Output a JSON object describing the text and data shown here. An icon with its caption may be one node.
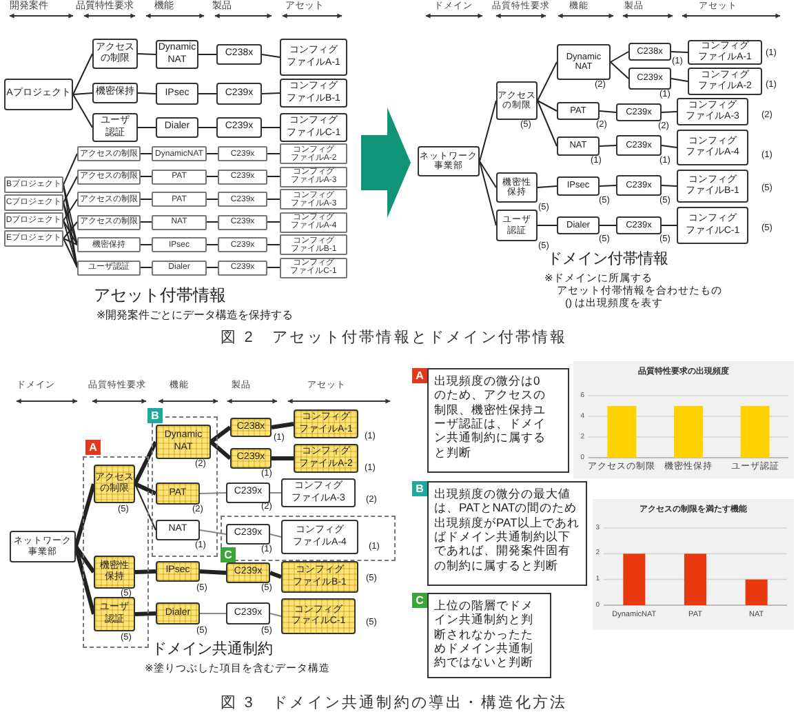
{
  "diagram": {
    "nodes": [
      {
        "text": [
          "アセット付帯情報",
          "※開発案件ごとにデータ構造を保持する"
        ]
      },
      {
        "text": [
          "Aプロジェクト"
        ],
        "in": 0
      },
      {
        "text": [
          "アクセスの制限"
        ],
        "in": 0
      },
      {
        "text": [
          "機密保持"
        ],
        "in": 0
      },
      {
        "text": [
          "ユーザ認証"
        ],
        "in": 0
      },
      {
        "text": [
          "Dynamic NAT"
        ],
        "in": 0
      },
      {
        "text": [
          "IPsec"
        ],
        "in": 0
      },
      {
        "text": [
          "Dialer"
        ],
        "in": 0
      },
      {
        "text": [
          "C238x"
        ],
        "in": 0
      },
      {
        "text": [
          "C239x"
        ],
        "in": 0
      },
      {
        "text": [
          "C239x"
        ],
        "in": 0
      },
      {
        "text": [
          "コンフィグファイルA-1"
        ],
        "in": 0
      },
      {
        "text": [
          "コンフィグファイルB-1"
        ],
        "in": 0
      },
      {
        "text": [
          "コンフィグファイルC-1"
        ],
        "in": 0
      },
      {
        "text": [
          "Bプロジェクト"
        ],
        "in": 0
      },
      {
        "text": [
          "Cプロジェクト"
        ],
        "in": 0
      },
      {
        "text": [
          "Dプロジェクト"
        ],
        "in": 0
      },
      {
        "text": [
          "Eプロジェクト"
        ],
        "in": 0
      },
      {
        "text": [
          "アクセスの制限"
        ],
        "in": 0
      },
      {
        "text": [
          "DynamicNAT"
        ],
        "in": 0
      },
      {
        "text": [
          "C239x"
        ],
        "in": 0
      },
      {
        "text": [
          "コンフィグファイルA-2"
        ],
        "in": 0
      },
      {
        "text": [
          "アクセスの制限"
        ],
        "in": 0
      },
      {
        "text": [
          "PAT"
        ],
        "in": 0
      },
      {
        "text": [
          "C239x"
        ],
        "in": 0
      },
      {
        "text": [
          "コンフィグファイルA-3"
        ],
        "in": 0
      },
      {
        "text": [
          "アクセスの制限"
        ],
        "in": 0
      },
      {
        "text": [
          "PAT"
        ],
        "in": 0
      },
      {
        "text": [
          "C239x"
        ],
        "in": 0
      },
      {
        "text": [
          "コンフィグファイルA-3"
        ],
        "in": 0
      },
      {
        "text": [
          "アクセスの制限"
        ],
        "in": 0
      },
      {
        "text": [
          "NAT"
        ],
        "in": 0
      },
      {
        "text": [
          "C239x"
        ],
        "in": 0
      },
      {
        "text": [
          "コンフィグファイルA-4"
        ],
        "in": 0
      },
      {
        "text": [
          "機密保持"
        ],
        "in": 0
      },
      {
        "text": [
          "IPsec"
        ],
        "in": 0
      },
      {
        "text": [
          "C239x"
        ],
        "in": 0
      },
      {
        "text": [
          "コンフィグファイルB-1"
        ],
        "in": 0
      },
      {
        "text": [
          "ユーザ認証"
        ],
        "in": 0
      },
      {
        "text": [
          "Dialer"
        ],
        "in": 0
      },
      {
        "text": [
          "C239x"
        ],
        "in": 0
      },
      {
        "text": [
          "コンフィグファイルC-1"
        ],
        "in": 0
      },
      {
        "text": [
          "ドメイン付帯情報",
          "※ドメインに所属する",
          "アセット付帯情報を合わせたもの",
          "() は出現頻度を表す"
        ]
      },
      {
        "text": [
          "ネットワーク事業部"
        ],
        "in": 42
      },
      {
        "text": [
          "アクセスの制限"
        ],
        "beside": [
          "(5)"
        ],
        "in": 42
      },
      {
        "text": [
          "機密性保持"
        ],
        "beside": [
          "(5)"
        ],
        "in": 42
      },
      {
        "text": [
          "ユーザ認証"
        ],
        "beside": [
          "(5)"
        ],
        "in": 42
      },
      {
        "text": [
          "Dynamic NAT"
        ],
        "beside": [
          "(2)"
        ],
        "in": 42
      },
      {
        "text": [
          "PAT"
        ],
        "beside": [
          "(2)"
        ],
        "in": 42
      },
      {
        "text": [
          "NAT"
        ],
        "beside": [
          "(1)"
        ],
        "in": 42
      },
      {
        "text": [
          "IPsec"
        ],
        "beside": [
          "(5)"
        ],
        "in": 42
      },
      {
        "text": [
          "Dialer"
        ],
        "beside": [
          "(5)"
        ],
        "in": 42
      },
      {
        "text": [
          "C238x"
        ],
        "beside": [
          "(1)"
        ],
        "in": 42
      },
      {
        "text": [
          "C239x"
        ],
        "beside": [
          "(1)"
        ],
        "in": 42
      },
      {
        "text": [
          "C239x"
        ],
        "beside": [
          "(2)"
        ],
        "in": 42
      },
      {
        "text": [
          "C239x"
        ],
        "beside": [
          "(1)"
        ],
        "in": 42
      },
      {
        "text": [
          "C239x"
        ],
        "beside": [
          "(5)"
        ],
        "in": 42
      },
      {
        "text": [
          "C239x"
        ],
        "beside": [
          "(5)"
        ],
        "in": 42
      },
      {
        "text": [
          "コンフィグファイルA-1"
        ],
        "beside": [
          "(1)"
        ],
        "in": 42
      },
      {
        "text": [
          "コンフィグファイルA-2"
        ],
        "beside": [
          "(1)"
        ],
        "in": 42
      },
      {
        "text": [
          "コンフィグファイルA-3"
        ],
        "beside": [
          "(2)"
        ],
        "in": 42
      },
      {
        "text": [
          "コンフィグファイルA-4"
        ],
        "beside": [
          "(1)"
        ],
        "in": 42
      },
      {
        "text": [
          "コンフィグファイルB-1"
        ],
        "beside": [
          "(5)"
        ],
        "in": 42
      },
      {
        "text": [
          "コンフィグファイルC-1"
        ],
        "beside": [
          "(5)"
        ],
        "in": 42
      },
      {
        "text": [
          "ネットワーク事業部"
        ]
      },
      {
        "text": [
          "A"
        ]
      },
      {
        "text": [
          "アクセスの制限"
        ],
        "beside": [
          "(5)"
        ],
        "in": 65
      },
      {
        "text": [
          "機密性保持"
        ],
        "beside": [
          "(5)"
        ],
        "in": 65
      },
      {
        "text": [
          "ユーザ認証"
        ],
        "beside": [
          "(5)"
        ],
        "in": 65
      },
      {
        "text": [
          "B"
        ]
      },
      {
        "text": [
          "Dynamic NAT"
        ],
        "beside": [
          "(2)"
        ],
        "in": 69
      },
      {
        "text": [
          "PAT"
        ],
        "beside": [
          "(2)"
        ],
        "in": 69
      },
      {
        "text": [
          "NAT"
        ],
        "beside": [
          "(1)"
        ],
        "in": 69
      },
      {
        "text": [
          "IPsec"
        ],
        "beside": [
          "(5)"
        ]
      },
      {
        "text": [
          "Dialer"
        ],
        "beside": [
          "(5)"
        ]
      },
      {
        "text": [
          "C238x"
        ],
        "beside": [
          "(1)"
        ]
      },
      {
        "text": [
          "C239x"
        ],
        "beside": [
          "(1)"
        ]
      },
      {
        "text": [
          "C239x"
        ],
        "beside": [
          "(2)"
        ]
      },
      {
        "text": [
          "C"
        ]
      },
      {
        "text": [
          "C239x"
        ],
        "beside": [
          "(1)"
        ],
        "in": 78
      },
      {
        "text": [
          "C239x"
        ],
        "beside": [
          "(5)"
        ]
      },
      {
        "text": [
          "C239x"
        ],
        "beside": [
          "(5)"
        ]
      },
      {
        "text": [
          "コンフィグファイルA-1"
        ],
        "beside": [
          "(1)"
        ]
      },
      {
        "text": [
          "コンフィグファイルA-2"
        ],
        "beside": [
          "(1)"
        ]
      },
      {
        "text": [
          "コンフィグファイルA-3"
        ],
        "beside": [
          "(2)"
        ]
      },
      {
        "text": [
          "コンフィグファイルA-4"
        ],
        "beside": [
          "(1)"
        ],
        "in": 78
      },
      {
        "text": [
          "コンフィグファイルB-1"
        ],
        "beside": [
          "(5)"
        ]
      },
      {
        "text": [
          "コンフィグファイルC-1"
        ],
        "beside": [
          "(5)"
        ]
      },
      {
        "text": [
          "A",
          "出現頻度の微分は0のため、アクセスの制限、機密性保持ユーザ認証は、ドメイン共通制約に属すると判断"
        ]
      },
      {
        "text": [
          "B",
          "出現頻度の微分の最大値は、PATとNATの間のため出現頻度がPAT以上であればドメイン共通制約以下であれば、開発案件固有の制約に属すると判断"
        ]
      },
      {
        "text": [
          "C",
          "上位の階層でドメイン共通制約と判断されなかったためドメイン共通制約ではないと判断"
        ]
      }
    ],
    "edges": [
      {
        "from": 1,
        "to": 2,
        "arrow": "none"
      },
      {
        "from": 1,
        "to": 3,
        "arrow": "none"
      },
      {
        "from": 1,
        "to": 4,
        "arrow": "none"
      },
      {
        "from": 2,
        "to": 5,
        "arrow": "none"
      },
      {
        "from": 3,
        "to": 6,
        "arrow": "none"
      },
      {
        "from": 4,
        "to": 7,
        "arrow": "none"
      },
      {
        "from": 5,
        "to": 8,
        "arrow": "none"
      },
      {
        "from": 6,
        "to": 9,
        "arrow": "none"
      },
      {
        "from": 7,
        "to": 10,
        "arrow": "none"
      },
      {
        "from": 8,
        "to": 11,
        "arrow": "none"
      },
      {
        "from": 9,
        "to": 12,
        "arrow": "none"
      },
      {
        "from": 10,
        "to": 13,
        "arrow": "none"
      },
      {
        "from": 14,
        "to": 18,
        "arrow": "none"
      },
      {
        "from": 14,
        "to": 34,
        "arrow": "none"
      },
      {
        "from": 14,
        "to": 38,
        "arrow": "none"
      },
      {
        "from": 15,
        "to": 22,
        "arrow": "none"
      },
      {
        "from": 15,
        "to": 34,
        "arrow": "none"
      },
      {
        "from": 15,
        "to": 38,
        "arrow": "none"
      },
      {
        "from": 16,
        "to": 26,
        "arrow": "none"
      },
      {
        "from": 16,
        "to": 34,
        "arrow": "none"
      },
      {
        "from": 16,
        "to": 38,
        "arrow": "none"
      },
      {
        "from": 17,
        "to": 30,
        "arrow": "none"
      },
      {
        "from": 17,
        "to": 34,
        "arrow": "none"
      },
      {
        "from": 17,
        "to": 38,
        "arrow": "none"
      },
      {
        "from": 18,
        "to": 19,
        "arrow": "none"
      },
      {
        "from": 19,
        "to": 20,
        "arrow": "none"
      },
      {
        "from": 20,
        "to": 21,
        "arrow": "none"
      },
      {
        "from": 22,
        "to": 23,
        "arrow": "none"
      },
      {
        "from": 23,
        "to": 24,
        "arrow": "none"
      },
      {
        "from": 24,
        "to": 25,
        "arrow": "none"
      },
      {
        "from": 26,
        "to": 27,
        "arrow": "none"
      },
      {
        "from": 27,
        "to": 28,
        "arrow": "none"
      },
      {
        "from": 28,
        "to": 29,
        "arrow": "none"
      },
      {
        "from": 30,
        "to": 31,
        "arrow": "none"
      },
      {
        "from": 31,
        "to": 32,
        "arrow": "none"
      },
      {
        "from": 32,
        "to": 33,
        "arrow": "none"
      },
      {
        "from": 34,
        "to": 35,
        "arrow": "none"
      },
      {
        "from": 35,
        "to": 36,
        "arrow": "none"
      },
      {
        "from": 36,
        "to": 37,
        "arrow": "none"
      },
      {
        "from": 38,
        "to": 39,
        "arrow": "none"
      },
      {
        "from": 39,
        "to": 40,
        "arrow": "none"
      },
      {
        "from": 40,
        "to": 41,
        "arrow": "none"
      },
      {
        "from": 0,
        "to": 42,
        "arrow": "to",
        "style": "thick",
        "color": "#11937a"
      },
      {
        "from": 43,
        "to": 44,
        "arrow": "none"
      },
      {
        "from": 43,
        "to": 45,
        "arrow": "none"
      },
      {
        "from": 43,
        "to": 46,
        "arrow": "none"
      },
      {
        "from": 44,
        "to": 47,
        "arrow": "none"
      },
      {
        "from": 44,
        "to": 48,
        "arrow": "none"
      },
      {
        "from": 44,
        "to": 49,
        "arrow": "none"
      },
      {
        "from": 45,
        "to": 50,
        "arrow": "none"
      },
      {
        "from": 46,
        "to": 51,
        "arrow": "none"
      },
      {
        "from": 47,
        "to": 52,
        "arrow": "none"
      },
      {
        "from": 47,
        "to": 53,
        "arrow": "none"
      },
      {
        "from": 48,
        "to": 54,
        "arrow": "none"
      },
      {
        "from": 49,
        "to": 55,
        "arrow": "none"
      },
      {
        "from": 50,
        "to": 56,
        "arrow": "none"
      },
      {
        "from": 51,
        "to": 57,
        "arrow": "none"
      },
      {
        "from": 52,
        "to": 58,
        "arrow": "none"
      },
      {
        "from": 53,
        "to": 59,
        "arrow": "none"
      },
      {
        "from": 54,
        "to": 60,
        "arrow": "none"
      },
      {
        "from": 55,
        "to": 61,
        "arrow": "none"
      },
      {
        "from": 56,
        "to": 62,
        "arrow": "none"
      },
      {
        "from": 57,
        "to": 63,
        "arrow": "none"
      },
      {
        "from": 64,
        "to": 66,
        "arrow": "none",
        "style": "thick"
      },
      {
        "from": 64,
        "to": 67,
        "arrow": "none",
        "style": "thick"
      },
      {
        "from": 64,
        "to": 68,
        "arrow": "none",
        "style": "thick"
      },
      {
        "from": 66,
        "to": 70,
        "arrow": "none",
        "style": "thick"
      },
      {
        "from": 66,
        "to": 71,
        "arrow": "none",
        "style": "thick"
      },
      {
        "from": 66,
        "to": 72,
        "arrow": "none"
      },
      {
        "from": 67,
        "to": 73,
        "arrow": "none",
        "style": "thick"
      },
      {
        "from": 68,
        "to": 74,
        "arrow": "none",
        "style": "thick"
      },
      {
        "from": 70,
        "to": 75,
        "arrow": "none",
        "style": "thick"
      },
      {
        "from": 70,
        "to": 76,
        "arrow": "none",
        "style": "thick"
      },
      {
        "from": 71,
        "to": 77,
        "arrow": "none",
        "color": "#888888"
      },
      {
        "from": 72,
        "to": 79,
        "arrow": "none",
        "color": "#888888"
      },
      {
        "from": 73,
        "to": 80,
        "arrow": "none",
        "style": "thick"
      },
      {
        "from": 74,
        "to": 81,
        "arrow": "none",
        "color": "#888888"
      },
      {
        "from": 75,
        "to": 82,
        "arrow": "none",
        "style": "thick"
      },
      {
        "from": 76,
        "to": 83,
        "arrow": "none",
        "style": "thick"
      },
      {
        "from": 77,
        "to": 84,
        "arrow": "none",
        "color": "#888888"
      },
      {
        "from": 79,
        "to": 85,
        "arrow": "none",
        "color": "#888888"
      },
      {
        "from": 80,
        "to": 86,
        "arrow": "none",
        "style": "thick"
      },
      {
        "from": 81,
        "to": 87,
        "arrow": "none",
        "color": "#888888"
      }
    ],
    "labels": [
      "開発案件",
      "品質特性要求",
      "機能",
      "製品",
      "アセット",
      "ドメイン",
      "品質特性要求",
      "機能",
      "製品",
      "アセット",
      "図 2　アセット付帯情報とドメイン付帯情報",
      "ドメイン",
      "品質特性要求",
      "機能",
      "製品",
      "アセット",
      "ドメイン共通制約",
      "※塗りつぶした項目を含むデータ構造",
      "図 3　ドメイン共通制約の導出・構造化方法"
    ],
    "chart_data": [
      {
        "type": "bar",
        "title": "品質特性要求の出現頻度",
        "categories": [
          "アクセスの制限",
          "機密性保持",
          "ユーザ認証"
        ],
        "series": [
          {
            "color": "#ffd200",
            "values": [
              5,
              5,
              5
            ]
          }
        ],
        "ylim": [
          0,
          6
        ],
        "yticks": [
          0,
          2,
          4,
          6
        ]
      },
      {
        "type": "bar",
        "title": "アクセスの制限を満たす機能",
        "categories": [
          "DynamicNAT",
          "PAT",
          "NAT"
        ],
        "series": [
          {
            "color": "#e8380d",
            "values": [
              2,
              2,
              1
            ]
          }
        ],
        "ylim": [
          0,
          3
        ],
        "yticks": [
          0,
          1,
          2,
          3
        ]
      }
    ]
  }
}
